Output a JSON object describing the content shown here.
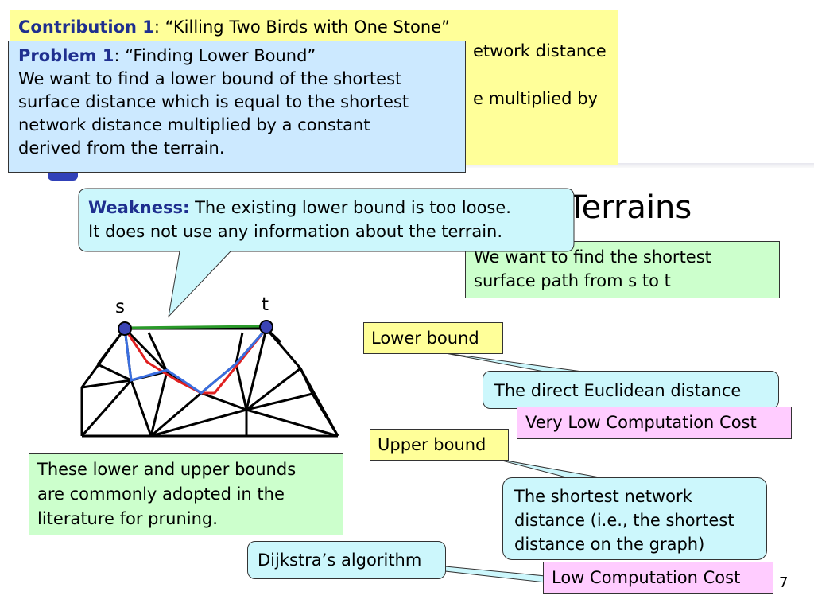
{
  "contribution": {
    "title_bold": "Contribution 1",
    "title_rest": ": “Killing Two Birds with One Stone”",
    "line2_visible": "etwork distance",
    "line3_visible": "e multiplied by"
  },
  "problem": {
    "title_bold": "Problem 1",
    "title_rest": ": “Finding Lower Bound”",
    "lines": [
      "We want to find a lower bound of the shortest",
      "surface distance which is equal to the shortest",
      "network distance multiplied by a constant",
      "derived from the terrain."
    ]
  },
  "weakness": {
    "label": "Weakness:",
    "line1_rest": " The existing lower bound is too loose.",
    "line2": "It does not use any information about the terrain."
  },
  "slide_title_visible": "Terrains",
  "goal_lines": [
    "We want to find the shortest",
    "surface path from s to t"
  ],
  "vertex_labels": {
    "s": "s",
    "t": "t"
  },
  "lower_bound": {
    "label": "Lower bound",
    "desc": "The direct Euclidean distance",
    "cost": "Very Low Computation Cost"
  },
  "upper_bound": {
    "label": "Upper bound",
    "desc_lines": [
      "The shortest network",
      "distance (i.e., the shortest",
      "distance on the graph)"
    ],
    "cost": "Low Computation Cost"
  },
  "pruning_lines": [
    "These lower and upper bounds",
    "are commonly adopted in the",
    "literature for pruning."
  ],
  "dijkstra": "Dijkstra’s algorithm",
  "page_number": "7",
  "colors": {
    "yellow": "#ffff99",
    "light_blue": "#cce9ff",
    "callout_cyan": "#ccf7fc",
    "light_green": "#ccffcc",
    "pink": "#ffccff",
    "navy": "#1f2f8f",
    "green_path": "#2a9a2a",
    "red_path": "#e02020",
    "blue_path": "#3a6ee0"
  }
}
